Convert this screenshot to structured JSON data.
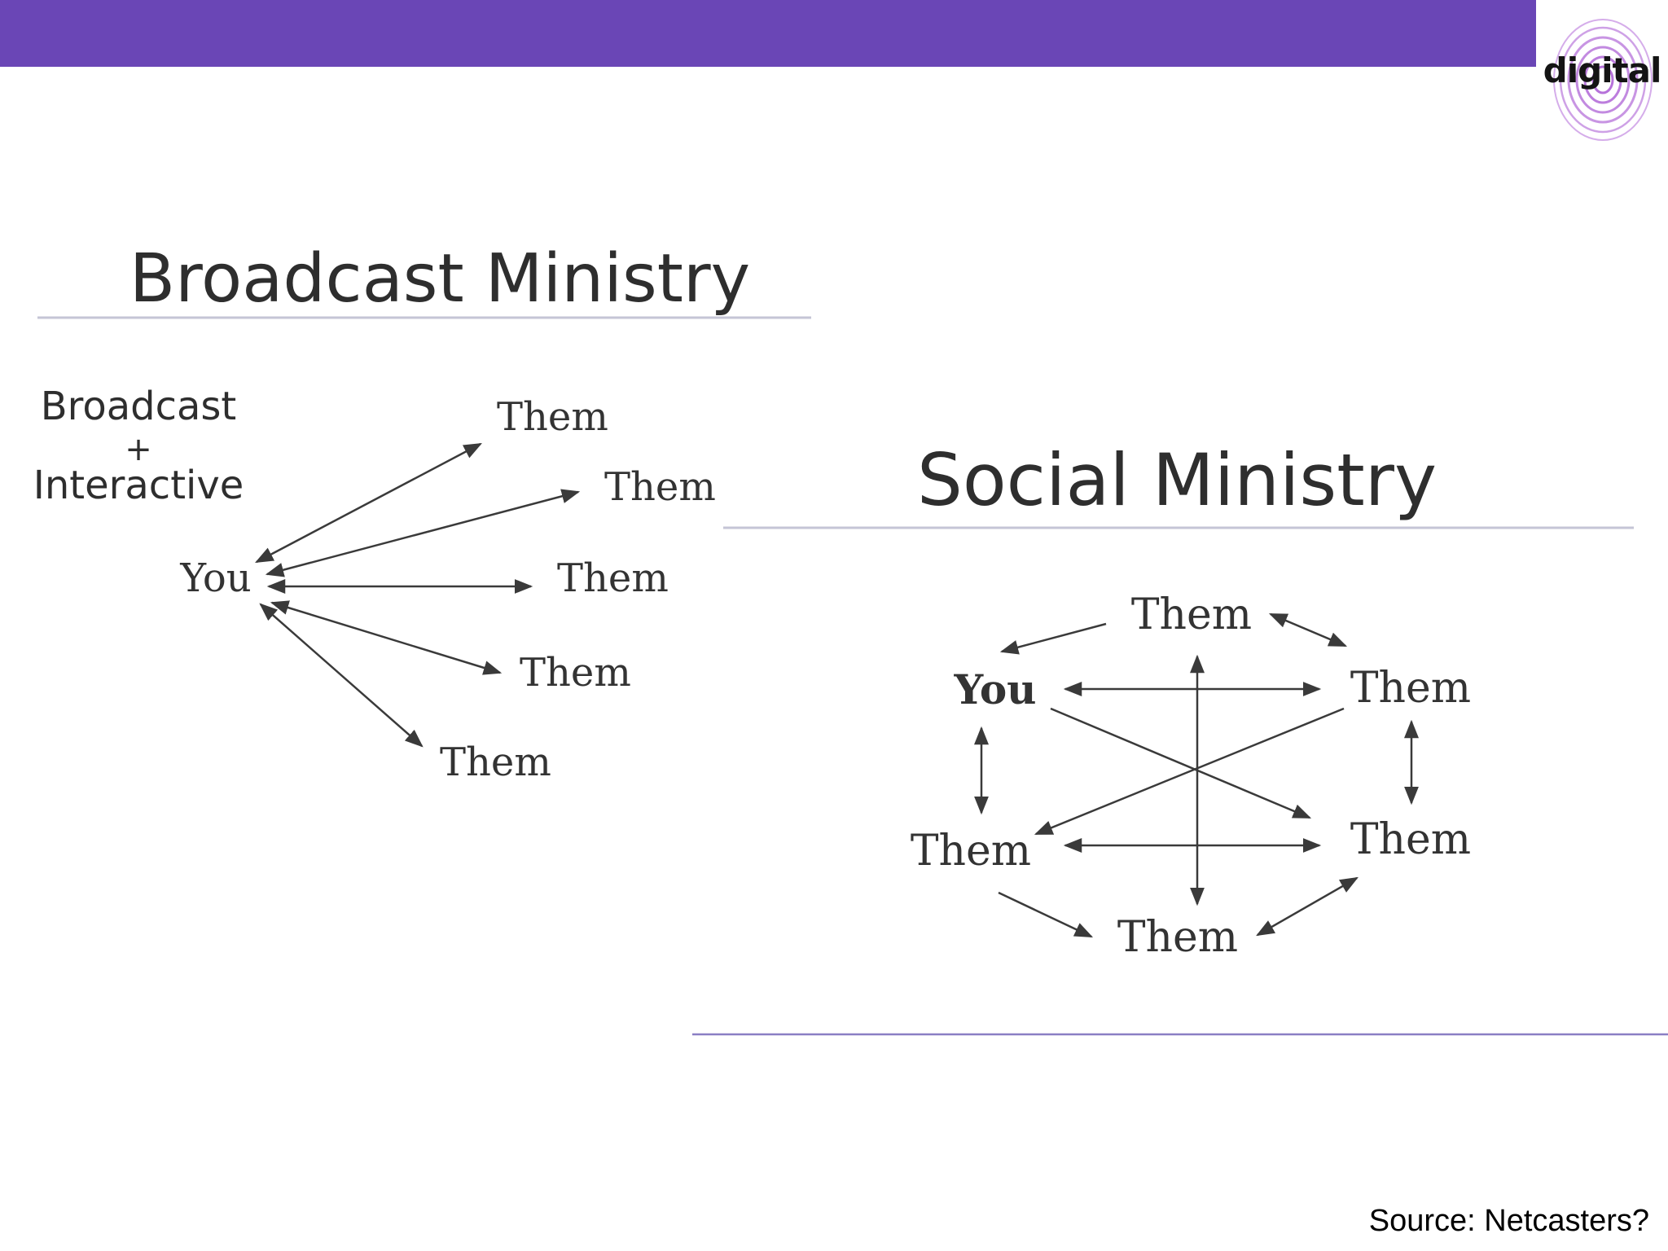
{
  "header": {
    "bar_color": "#6a46b6",
    "logo_text": "digital",
    "logo_mark": "fingerprint-icon",
    "logo_color": "#b26ad8"
  },
  "broadcast": {
    "title": "Broadcast Ministry",
    "caption_line1": "Broadcast",
    "caption_plus": "+",
    "caption_line2": "Interactive",
    "center_node": "You",
    "nodes": [
      "Them",
      "Them",
      "Them",
      "Them",
      "Them"
    ]
  },
  "social": {
    "title": "Social Ministry",
    "you_node": "You",
    "nodes": [
      "Them",
      "Them",
      "Them",
      "Them",
      "Them"
    ]
  },
  "footer": {
    "source": "Source: Netcasters?"
  },
  "colors": {
    "divider": "#c5c5d6",
    "frame_line": "#8a7fc4",
    "arrow": "#3a3a3a"
  }
}
